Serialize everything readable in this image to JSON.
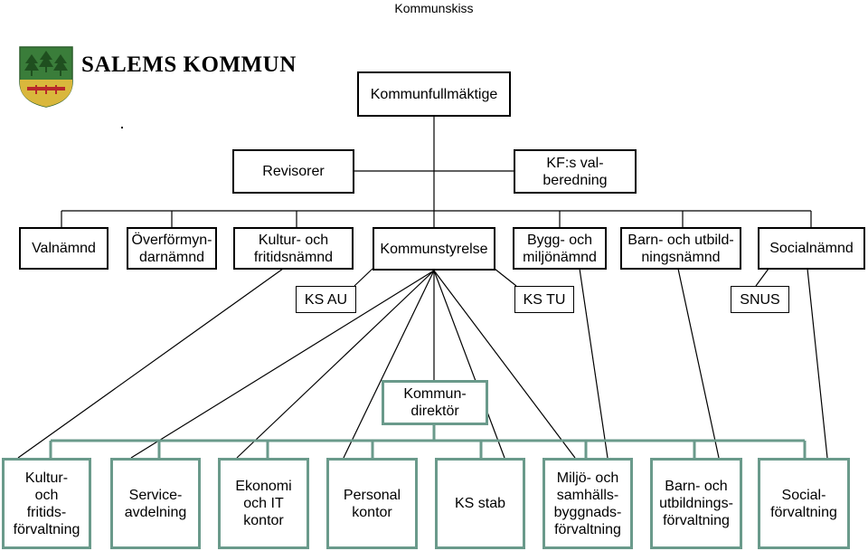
{
  "page_title": "Kommunskiss",
  "brand": "SALEMS KOMMUN",
  "logo_icon": "coat-of-arms-icon",
  "colors": {
    "green_line": "#6a9a8b",
    "shield_green": "#3a7d3a",
    "shield_gold": "#d9b73c",
    "shield_red": "#b8262b"
  },
  "nodes": {
    "kommunfullmaktige": "Kommunfullmäktige",
    "revisorer": "Revisorer",
    "kf_valberedning": "KF:s val-\nberedning",
    "valnamnd": "Valnämnd",
    "overformyndarnamnd": "Överförmyn-\ndarnämnd",
    "kultur_fritidsnamnd": "Kultur- och\nfritidsnämnd",
    "kommunstyrelse": "Kommunstyrelse",
    "bygg_miljonamnd": "Bygg- och\nmiljönämnd",
    "barn_utbildningsnamnd": "Barn- och utbild-\nningsnämnd",
    "socialnamnd": "Socialnämnd",
    "ks_au": "KS AU",
    "ks_tu": "KS TU",
    "snus": "SNUS",
    "kommundirektor": "Kommun-\ndirektör",
    "kultur_fritidsforvaltning": "Kultur-\noch\nfritids-\nförvaltning",
    "serviceavdelning": "Service-\navdelning",
    "ekonomi_it_kontor": "Ekonomi\noch IT\nkontor",
    "personalkontor": "Personal\nkontor",
    "ks_stab": "KS stab",
    "miljo_samhallsbyggnadsforvaltning": "Miljö- och\nsamhälls-\nbyggnads-\nförvaltning",
    "barn_utbildningsforvaltning": "Barn- och\nutbildnings-\nförvaltning",
    "socialforvaltning": "Social-\nförvaltning"
  }
}
